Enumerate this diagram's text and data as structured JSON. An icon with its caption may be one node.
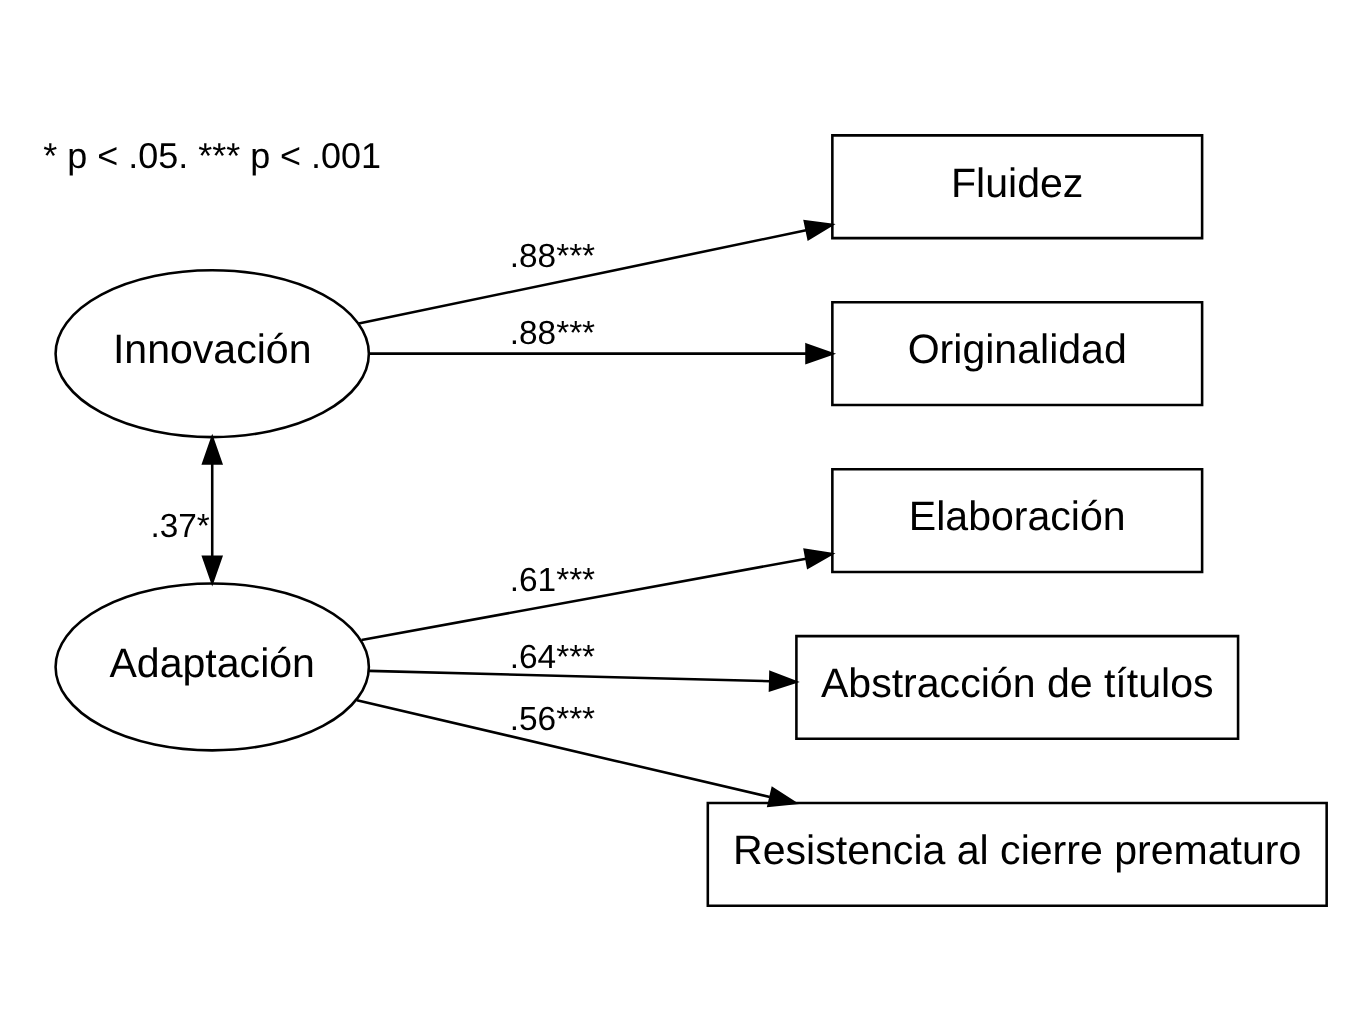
{
  "diagram": {
    "nodes": [
      {
        "text": [
          "Innovación"
        ]
      },
      {
        "text": [
          "Adaptación"
        ]
      },
      {
        "text": [
          "Fluidez"
        ]
      },
      {
        "text": [
          "Originalidad"
        ]
      },
      {
        "text": [
          "Elaboración"
        ]
      },
      {
        "text": [
          "Abstracción de títulos"
        ]
      },
      {
        "text": [
          "Resistencia al cierre prematuro"
        ]
      }
    ],
    "edges": [
      {
        "from": 0,
        "to": 1,
        "arrow": "both",
        "label": ".37*"
      },
      {
        "from": 0,
        "to": 2,
        "arrow": "to",
        "label": ".88***"
      },
      {
        "from": 0,
        "to": 3,
        "arrow": "to",
        "label": ".88***"
      },
      {
        "from": 1,
        "to": 4,
        "arrow": "to",
        "label": ".61***"
      },
      {
        "from": 1,
        "to": 5,
        "arrow": "to",
        "label": ".64***"
      },
      {
        "from": 1,
        "to": 6,
        "arrow": "to",
        "label": ".56***"
      }
    ],
    "labels": [
      "* p < .05. *** p < .001"
    ]
  }
}
